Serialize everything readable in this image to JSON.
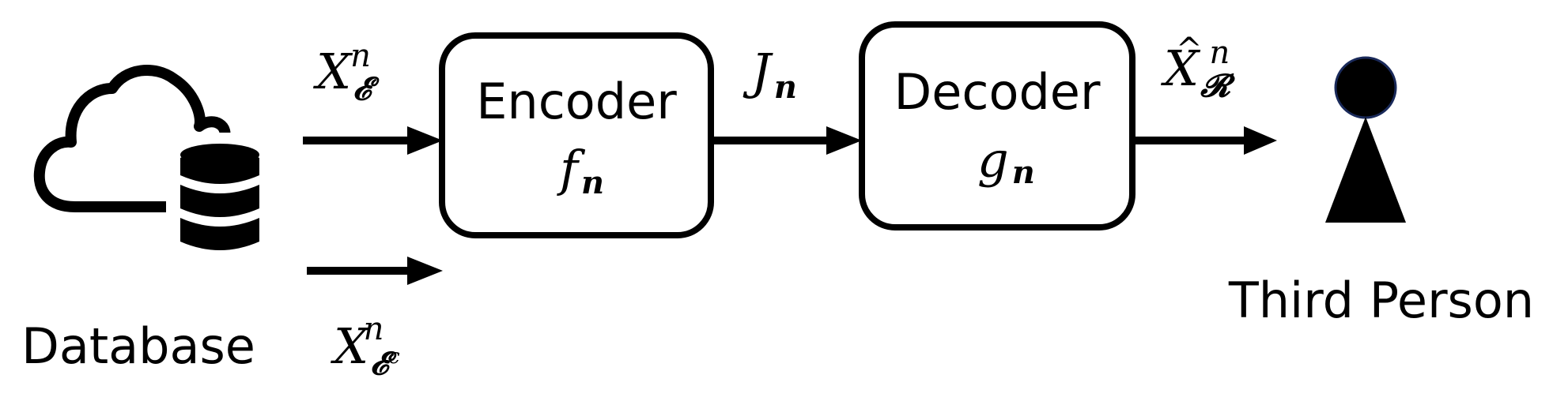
{
  "diagram": {
    "database": {
      "label": "Database",
      "icon": "cloud-database-icon"
    },
    "input_top": {
      "base": "X",
      "sub": "𝓔",
      "sup": "n"
    },
    "input_bottom": {
      "base": "X",
      "sub": "𝓔",
      "sub_sup": "c",
      "sup": "n"
    },
    "encoder": {
      "title": "Encoder",
      "func_base": "f",
      "func_sub": "n"
    },
    "message": {
      "base": "J",
      "sub": "n"
    },
    "decoder": {
      "title": "Decoder",
      "func_base": "g",
      "func_sub": "n"
    },
    "output": {
      "base": "X",
      "hat": "^",
      "sub": "𝓡",
      "sup": "n"
    },
    "third_person": {
      "label": "Third Person",
      "icon": "person-icon"
    },
    "colors": {
      "stroke": "#000000",
      "background": "#ffffff"
    }
  }
}
